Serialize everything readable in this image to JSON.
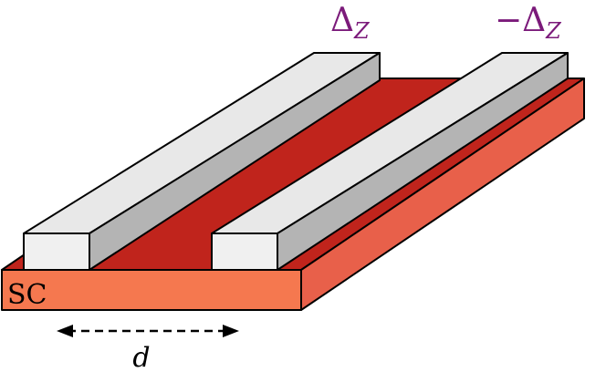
{
  "labels": {
    "left_field": {
      "symbol": "Δ",
      "subscript": "Z"
    },
    "right_field": {
      "sign": "−",
      "symbol": "Δ",
      "subscript": "Z"
    },
    "substrate": "SC",
    "distance": "d"
  },
  "colors": {
    "substrate_front": "#f5784f",
    "substrate_side": "#e8604a",
    "substrate_top": "#c0241c",
    "bar_top": "#e8e8e8",
    "bar_side": "#b4b4b4",
    "bar_front": "#f0f0f0",
    "label_purple": "#7b1a7a",
    "outline": "#000000"
  }
}
